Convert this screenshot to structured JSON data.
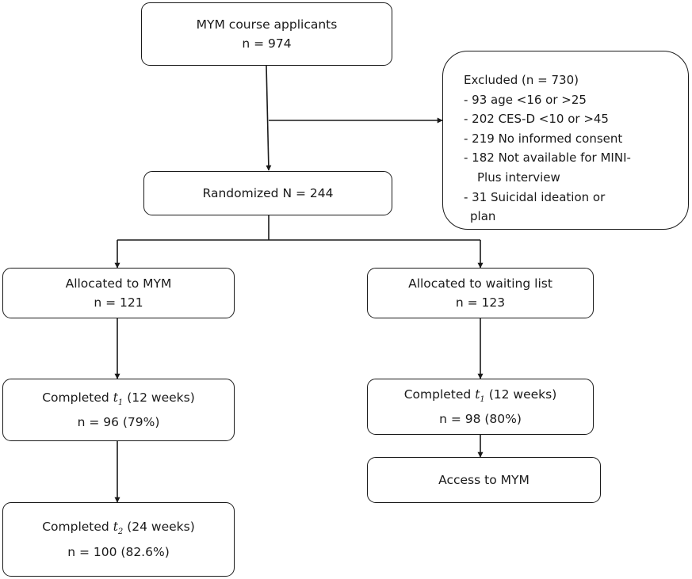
{
  "applicants": {
    "line1": "MYM course applicants",
    "line2": "n = 974"
  },
  "excluded": {
    "title": "Excluded (n = 730)",
    "items": [
      "- 93 age <16 or >25",
      "- 202 CES-D <10 or >45",
      "- 219 No informed consent",
      "- 182 Not available for MINI-",
      "Plus interview",
      "- 31 Suicidal ideation or",
      "plan"
    ]
  },
  "randomized": {
    "label": "Randomized N = 244"
  },
  "mym": {
    "line1": "Allocated to MYM",
    "line2": "n = 121"
  },
  "waiting": {
    "line1": "Allocated to waiting list",
    "line2": "n = 123"
  },
  "mym_t1": {
    "prefix": "Completed ",
    "t": "t",
    "sub": "1",
    "suffix": " (12 weeks)",
    "line2": "n = 96 (79%)"
  },
  "wait_t1": {
    "prefix": "Completed ",
    "t": "t",
    "sub": "1",
    "suffix": " (12 weeks)",
    "line2": "n = 98 (80%)"
  },
  "mym_t2": {
    "prefix": "Completed ",
    "t": "t",
    "sub": "2",
    "suffix": " (24 weeks)",
    "line2": "n = 100 (82.6%)"
  },
  "access": {
    "label": "Access to MYM"
  }
}
